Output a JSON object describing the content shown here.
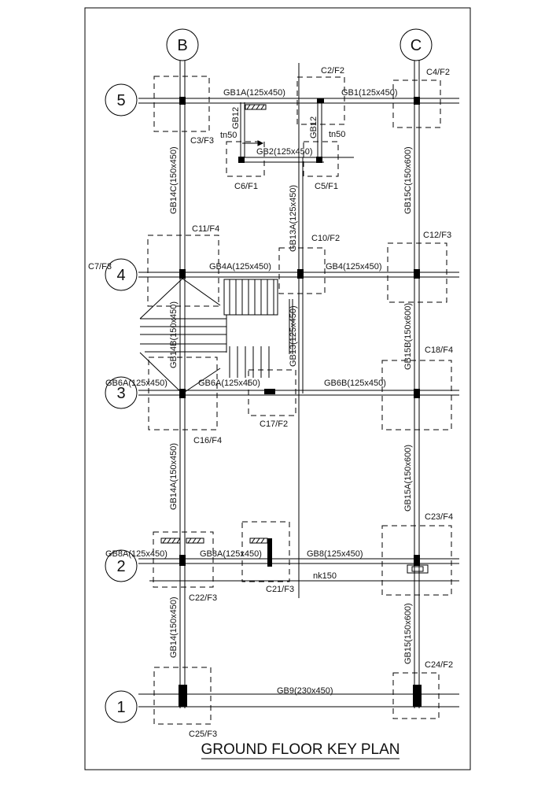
{
  "title": "GROUND FLOOR KEY PLAN",
  "grid_bubbles": {
    "B": "B",
    "C": "C",
    "row5": "5",
    "row4": "4",
    "row3": "3",
    "row2": "2",
    "row1": "1"
  },
  "beams_h": {
    "gb1a": "GB1A(125x450)",
    "gb1": "GB1(125x450)",
    "gb2": "GB2(125x450)",
    "gb4a": "GB4A(125x450)",
    "gb4": "GB4(125x450)",
    "gb6a_left": "GB6A(125x450)",
    "gb6a": "GB6A(125x450)",
    "gb6b": "GB6B(125x450)",
    "gb8a_left": "GB8A(125x450)",
    "gb8a": "GB8A(125x450)",
    "gb8": "GB8(125x450)",
    "gb9": "GB9(230x450)"
  },
  "beams_v": {
    "gb14c": "GB14C(150x450)",
    "gb14b": "GB14B(150x450)",
    "gb14a": "GB14A(150x450)",
    "gb14": "GB14(150x450)",
    "gb15c": "GB15C(150x600)",
    "gb15b": "GB15B(150x600)",
    "gb15a": "GB15A(150x600)",
    "gb15": "GB15(150x600)",
    "gb13a": "GB13A(125x450)",
    "gb13": "GB13(125x450)",
    "gb12_left": "GB12",
    "gb12_right": "GB12"
  },
  "columns": {
    "c2": "C2/F2",
    "c4": "C4/F2",
    "c3": "C3/F3",
    "c6": "C6/F1",
    "c5": "C5/F1",
    "c11": "C11/F4",
    "c10": "C10/F2",
    "c12": "C12/F3",
    "c7": "C7/F3",
    "c18": "C18/F4",
    "c16": "C16/F4",
    "c17": "C17/F2",
    "c23": "C23/F4",
    "c21": "C21/F3",
    "c22": "C22/F3",
    "c24": "C24/F2",
    "c25": "C25/F3"
  },
  "notes": {
    "tn50_left": "tn50",
    "tn50_right": "tn50",
    "nk150": "nk150"
  }
}
